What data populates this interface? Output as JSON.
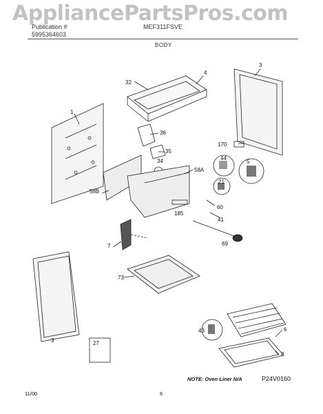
{
  "watermark": "AppliancePartsPros.com",
  "header": {
    "brand_line_1": "Publication #",
    "brand_line_2": "5995364603",
    "model": "MEF311FSVE",
    "section_title": "BODY"
  },
  "callouts": {
    "c1": "1",
    "c3": "3",
    "c3b": "3",
    "c4": "4",
    "c5": "5",
    "c6": "6",
    "c7": "7",
    "c8": "8",
    "c21": "21",
    "c27": "27",
    "c32": "32",
    "c34": "34",
    "c35": "35",
    "c36": "36",
    "c41": "41",
    "c43": "43",
    "c44": "44",
    "c58A": "58A",
    "c58B": "58B",
    "c60": "60",
    "c69": "69",
    "c73": "73",
    "c170": "170",
    "c185": "185"
  },
  "note": "NOTE: Oven Liner N/A",
  "figure_code": "P24V0160",
  "footer": {
    "date": "11/00",
    "page": "6"
  }
}
